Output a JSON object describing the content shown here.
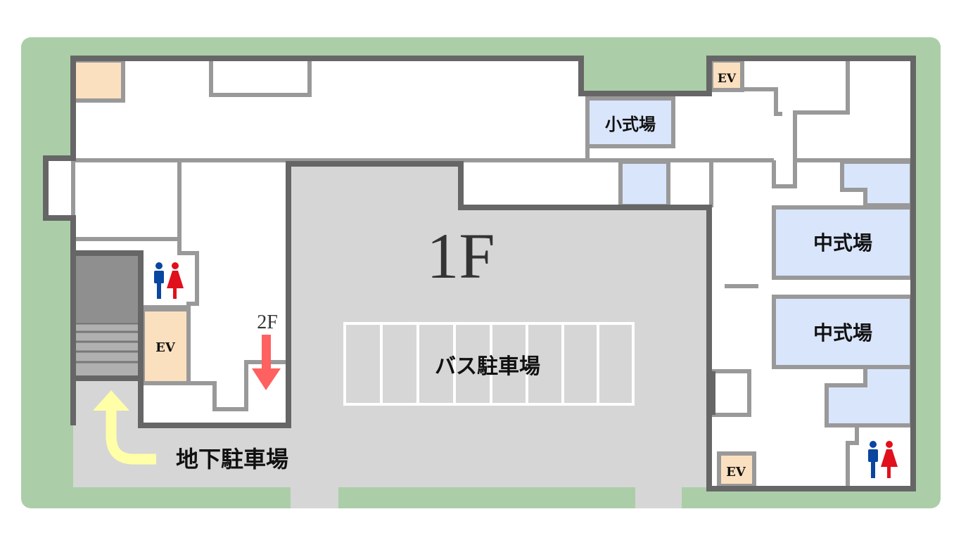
{
  "floor_label": "1F",
  "stairs_up_label": "2F",
  "rooms": {
    "small_hall": "小式場",
    "medium_hall_1": "中式場",
    "medium_hall_2": "中式場",
    "bus_parking": "バス駐車場",
    "underground_parking": "地下駐車場"
  },
  "elevators": {
    "left": "EV",
    "top_right": "EV",
    "bottom_right": "EV"
  },
  "colors": {
    "grounds": "#abcea8",
    "outer_wall": "#666666",
    "inner_wall": "#999999",
    "driveway": "#d6d6d6",
    "hall": "#d9e5fb",
    "elevator": "#fbe0c0",
    "male": "#0a45a0",
    "female": "#e0101c",
    "up_arrow": "#ff6060",
    "entry_arrow": "#ffffa8"
  }
}
